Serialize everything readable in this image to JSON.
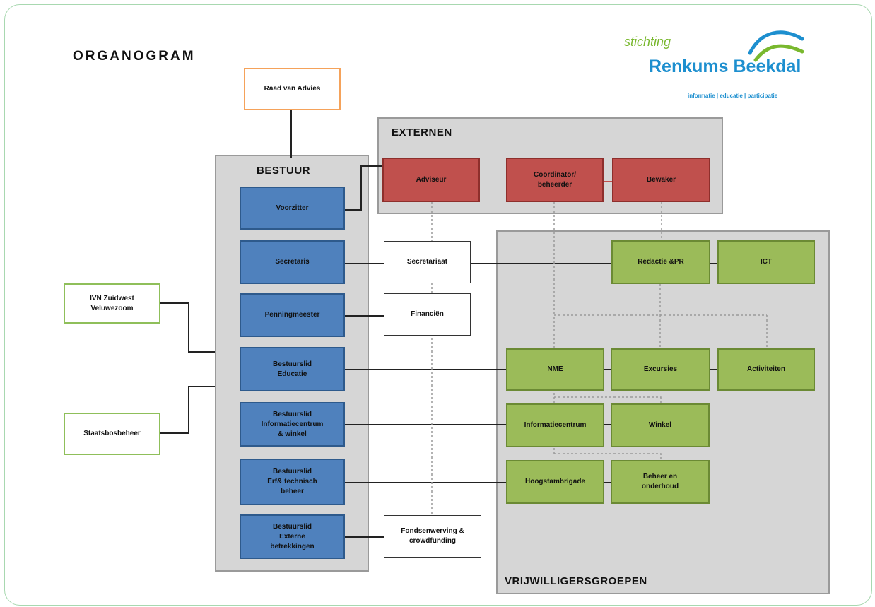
{
  "title": "ORGANOGRAM",
  "logo": {
    "prefix": "stichting",
    "name": "Renkums Beekdal",
    "tagline": "informatie | educatie | participatie"
  },
  "groups": {
    "externen": "EXTERNEN",
    "bestuur": "BESTUUR",
    "vrijwilligers": "VRIJWILLIGERSGROEPEN"
  },
  "boxes": {
    "raad": "Raad van Advies",
    "adviseur": "Adviseur",
    "coordinator": "Coördinator/\nbeheerder",
    "bewaker": "Bewaker",
    "voorzitter": "Voorzitter",
    "secretaris": "Secretaris",
    "penningmeester": "Penningmeester",
    "educatie": "Bestuurslid\nEducatie",
    "informatiecentrum_bestuur": "Bestuurslid\nInformatiecentrum\n& winkel",
    "erf": "Bestuurslid\nErf& technisch\nbeheer",
    "externe": "Bestuurslid\nExterne\nbetrekkingen",
    "secretariaat": "Secretariaat",
    "financien": "Financiën",
    "fondsenwerving": "Fondsenwerving &\ncrowdfunding",
    "ivn": "IVN Zuidwest\nVeluwezoom",
    "staatsbosbeheer": "Staatsbosbeheer",
    "redactie": "Redactie &PR",
    "ict": "ICT",
    "nme": "NME",
    "excursies": "Excursies",
    "activiteiten": "Activiteiten",
    "informatiecentrum": "Informatiecentrum",
    "winkel": "Winkel",
    "hoogstambrigade": "Hoogstambrigade",
    "beheer": "Beheer en\nonderhoud"
  },
  "colors": {
    "bestuur": "#4f81bd",
    "externen": "#c0504d",
    "vrijwilligers": "#9bbb59",
    "raad_border": "#f5a25a",
    "partner_border": "#8fbf5a",
    "group_fill": "#d6d6d6"
  }
}
